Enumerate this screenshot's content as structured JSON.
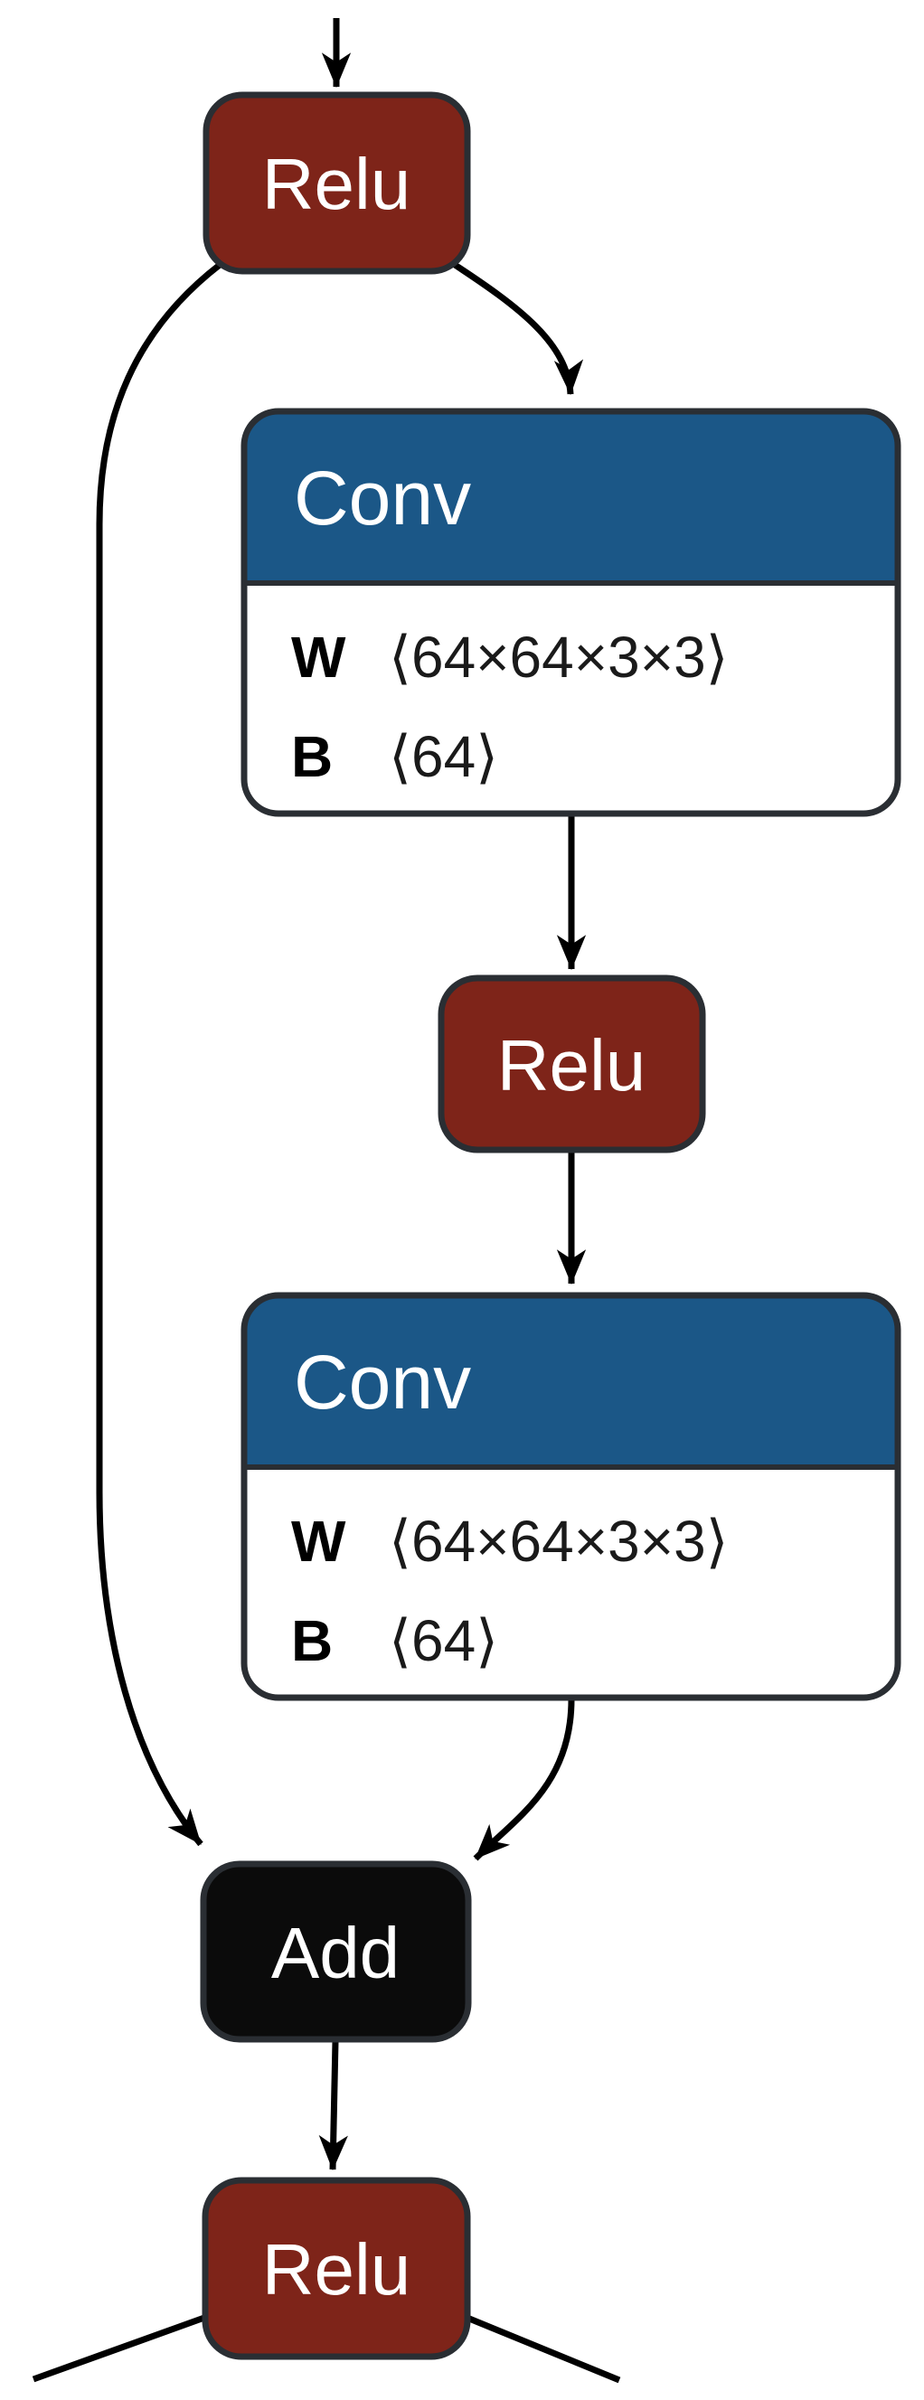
{
  "diagram": {
    "colors": {
      "activation_fill": "#7e2419",
      "conv_header_fill": "#1b5787",
      "conv_body_fill": "#ffffff",
      "add_fill": "#0b0b0b",
      "node_border": "#2a2e33",
      "edge": "#000000",
      "label_light": "#ffffff",
      "label_dark": "#1a1a1a"
    },
    "nodes": [
      {
        "id": "relu-top",
        "label": "Relu",
        "kind": "activation"
      },
      {
        "id": "conv-1",
        "label": "Conv",
        "kind": "layer",
        "attributes": [
          {
            "name": "W",
            "value": "⟨64×64×3×3⟩"
          },
          {
            "name": "B",
            "value": "⟨64⟩"
          }
        ]
      },
      {
        "id": "relu-mid",
        "label": "Relu",
        "kind": "activation"
      },
      {
        "id": "conv-2",
        "label": "Conv",
        "kind": "layer",
        "attributes": [
          {
            "name": "W",
            "value": "⟨64×64×3×3⟩"
          },
          {
            "name": "B",
            "value": "⟨64⟩"
          }
        ]
      },
      {
        "id": "add",
        "label": "Add",
        "kind": "op"
      },
      {
        "id": "relu-bottom",
        "label": "Relu",
        "kind": "activation"
      }
    ],
    "edges": [
      {
        "from": "offscreen-top",
        "to": "relu-top"
      },
      {
        "from": "relu-top",
        "to": "conv-1"
      },
      {
        "from": "relu-top",
        "to": "add",
        "note": "skip connection"
      },
      {
        "from": "conv-1",
        "to": "relu-mid"
      },
      {
        "from": "relu-mid",
        "to": "conv-2"
      },
      {
        "from": "conv-2",
        "to": "add"
      },
      {
        "from": "add",
        "to": "relu-bottom"
      },
      {
        "from": "relu-bottom",
        "to": "offscreen-bottom-left"
      },
      {
        "from": "relu-bottom",
        "to": "offscreen-bottom-right"
      }
    ]
  }
}
